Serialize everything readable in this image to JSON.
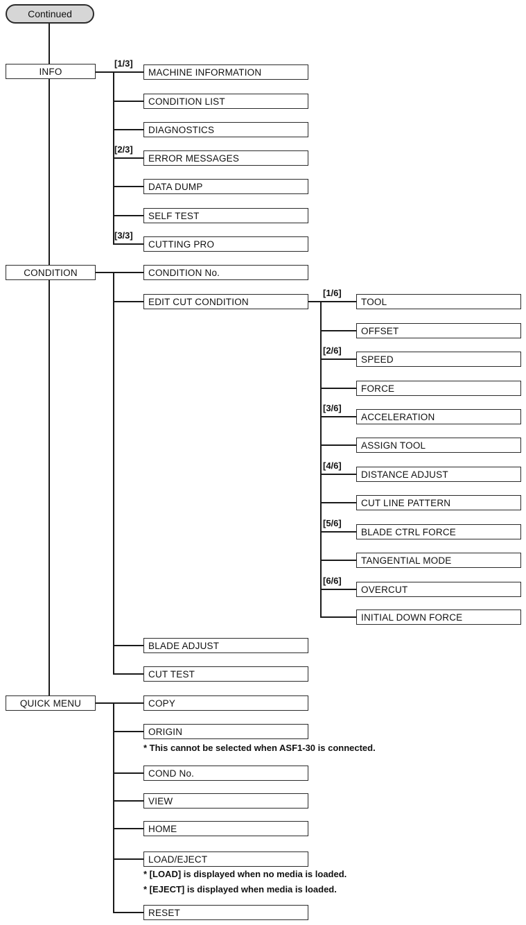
{
  "diagram": {
    "continued_label": "Continued",
    "colors": {
      "line": "#1a1a1a",
      "box_border": "#2a2a2a",
      "pill_fill": "#d6d6d6",
      "background": "#ffffff"
    },
    "menus": [
      {
        "label": "INFO",
        "children": [
          {
            "label": "MACHINE INFORMATION",
            "page": "[1/3]"
          },
          {
            "label": "CONDITION LIST"
          },
          {
            "label": "DIAGNOSTICS"
          },
          {
            "label": "ERROR MESSAGES",
            "page": "[2/3]"
          },
          {
            "label": "DATA DUMP"
          },
          {
            "label": "SELF TEST"
          },
          {
            "label": "CUTTING PRO",
            "page": "[3/3]"
          }
        ]
      },
      {
        "label": "CONDITION",
        "children": [
          {
            "label": "CONDITION No."
          },
          {
            "label": "EDIT CUT CONDITION",
            "children": [
              {
                "label": "TOOL",
                "page": "[1/6]"
              },
              {
                "label": "OFFSET"
              },
              {
                "label": "SPEED",
                "page": "[2/6]"
              },
              {
                "label": "FORCE"
              },
              {
                "label": "ACCELERATION",
                "page": "[3/6]"
              },
              {
                "label": "ASSIGN TOOL"
              },
              {
                "label": "DISTANCE ADJUST",
                "page": "[4/6]"
              },
              {
                "label": "CUT LINE PATTERN"
              },
              {
                "label": "BLADE CTRL FORCE",
                "page": "[5/6]"
              },
              {
                "label": "TANGENTIAL MODE"
              },
              {
                "label": "OVERCUT",
                "page": "[6/6]"
              },
              {
                "label": "INITIAL DOWN FORCE"
              }
            ]
          },
          {
            "label": "BLADE ADJUST"
          },
          {
            "label": "CUT TEST"
          }
        ]
      },
      {
        "label": "QUICK MENU",
        "children": [
          {
            "label": "COPY"
          },
          {
            "label": "ORIGIN",
            "note": "* This cannot be selected when ASF1-30 is connected."
          },
          {
            "label": "COND No."
          },
          {
            "label": "VIEW"
          },
          {
            "label": "HOME"
          },
          {
            "label": "LOAD/EJECT",
            "notes": [
              "* [LOAD] is displayed when no media is loaded.",
              "* [EJECT] is displayed when media is loaded."
            ]
          },
          {
            "label": "RESET"
          }
        ]
      }
    ]
  }
}
